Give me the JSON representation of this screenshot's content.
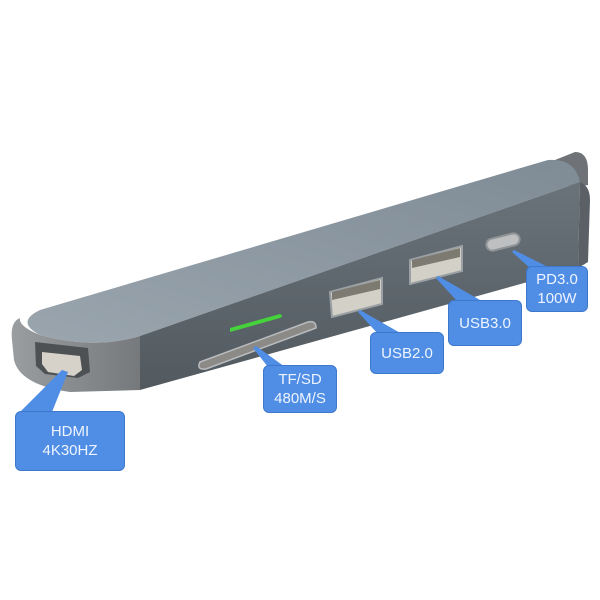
{
  "product": "USB-C hub (6 ports)",
  "colors": {
    "callout_fill": "#4f8ee4",
    "callout_text": "#eef4ff",
    "body_top": "#8d99a3",
    "body_front": "#5c646b",
    "indicator_led": "#45d23a"
  },
  "callouts": [
    {
      "id": "hdmi",
      "line1": "HDMI",
      "line2": "4K30HZ"
    },
    {
      "id": "tfsd",
      "line1": "TF/SD",
      "line2": "480M/S"
    },
    {
      "id": "usb2",
      "line1": "USB2.0",
      "line2": ""
    },
    {
      "id": "usb3",
      "line1": "USB3.0",
      "line2": ""
    },
    {
      "id": "pd",
      "line1": "PD3.0",
      "line2": "100W"
    }
  ]
}
